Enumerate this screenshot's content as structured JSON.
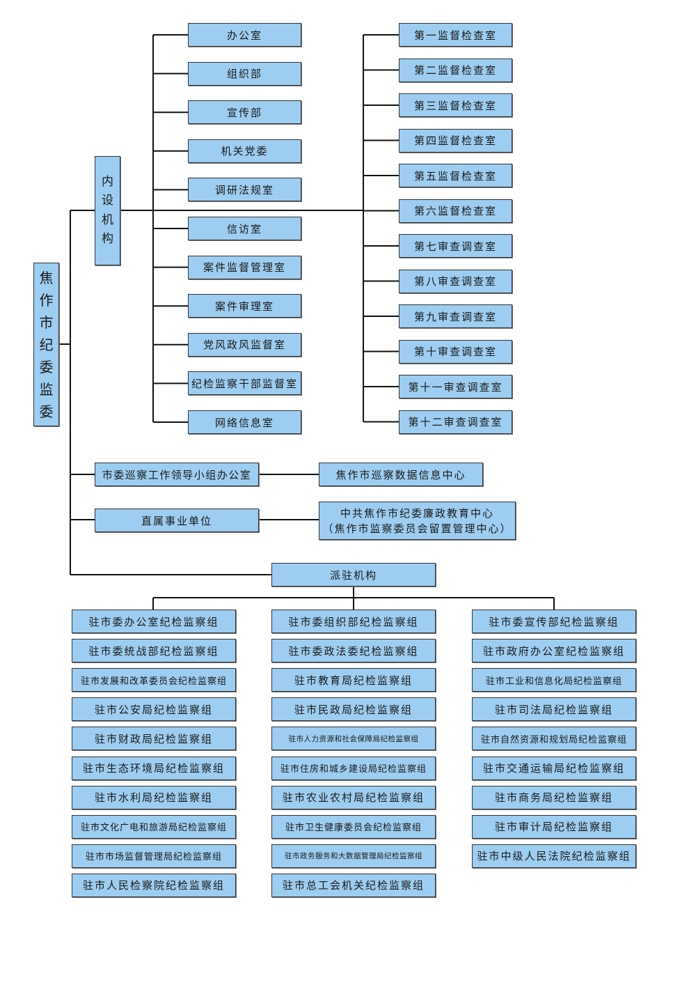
{
  "root": "焦作市纪委监委",
  "internal": {
    "label": "内设机构",
    "left": [
      "办公室",
      "组织部",
      "宣传部",
      "机关党委",
      "调研法规室",
      "信访室",
      "案件监督管理室",
      "案件审理室",
      "党风政风监督室",
      "纪检监察干部监督室",
      "网络信息室"
    ],
    "right": [
      "第一监督检查室",
      "第二监督检查室",
      "第三监督检查室",
      "第四监督检查室",
      "第五监督检查室",
      "第六监督检查室",
      "第七审查调查室",
      "第八审查调查室",
      "第九审查调查室",
      "第十审查调查室",
      "第十一审查调查室",
      "第十二审查调查室"
    ]
  },
  "patrol": {
    "label": "市委巡察工作领导小组办公室",
    "child": "焦作市巡察数据信息中心"
  },
  "direct": {
    "label": "直属事业单位",
    "child_line1": "中共焦作市纪委廉政教育中心",
    "child_line2": "（焦作市监察委员会留置管理中心）"
  },
  "dispatched": {
    "label": "派驻机构",
    "col1": [
      "驻市委办公室纪检监察组",
      "驻市委统战部纪检监察组",
      "驻市发展和改革委员会纪检监察组",
      "驻市公安局纪检监察组",
      "驻市财政局纪检监察组",
      "驻市生态环境局纪检监察组",
      "驻市水利局纪检监察组",
      "驻市文化广电和旅游局纪检监察组",
      "驻市市场监督管理局纪检监察组",
      "驻市人民检察院纪检监察组"
    ],
    "col2": [
      "驻市委组织部纪检监察组",
      "驻市委政法委纪检监察组",
      "驻市教育局纪检监察组",
      "驻市民政局纪检监察组",
      "驻市人力资源和社会保障局纪检监察组",
      "驻市住房和城乡建设局纪检监察组",
      "驻市农业农村局纪检监察组",
      "驻市卫生健康委员会纪检监察组",
      "驻市政务服务和大数据管理局纪检监察组",
      "驻市总工会机关纪检监察组"
    ],
    "col3": [
      "驻市委宣传部纪检监察组",
      "驻市政府办公室纪检监察组",
      "驻市工业和信息化局纪检监察组",
      "驻市司法局纪检监察组",
      "驻市自然资源和规划局纪检监察组",
      "驻市交通运输局纪检监察组",
      "驻市商务局纪检监察组",
      "驻市审计局纪检监察组",
      "驻市中级人民法院纪检监察组"
    ]
  }
}
